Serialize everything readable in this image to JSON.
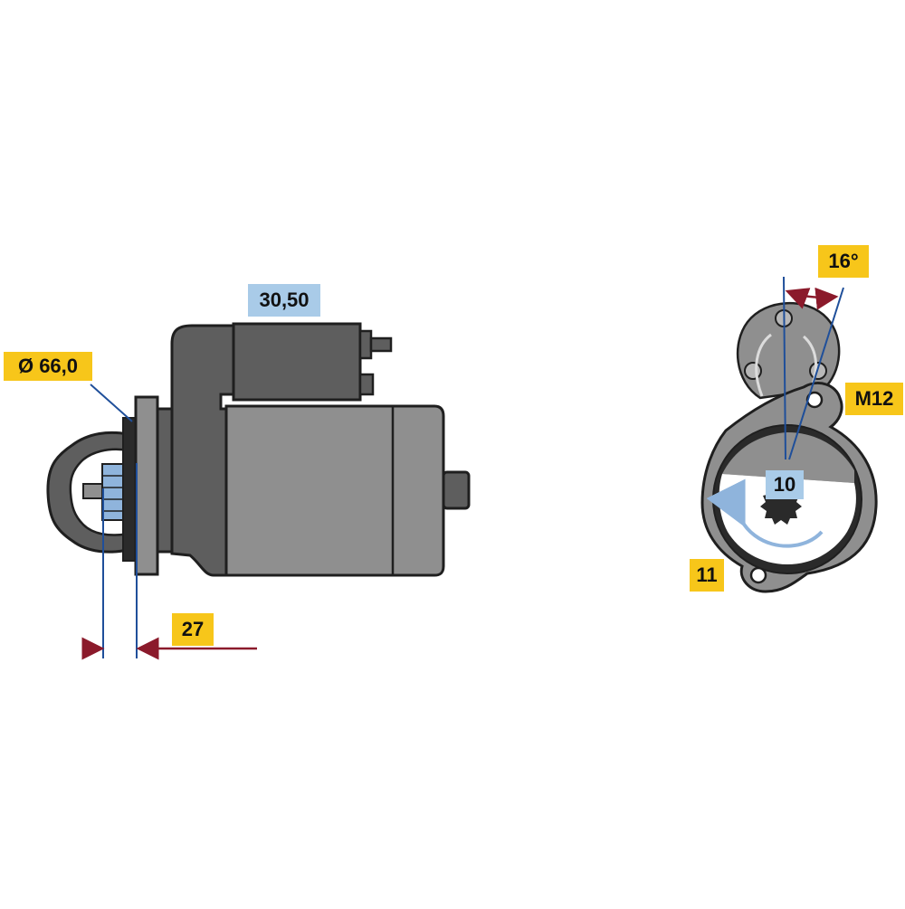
{
  "labels": {
    "diameter": "Ø 66,0",
    "length": "30,50",
    "flange_offset": "27",
    "angle": "16°",
    "thread": "M12",
    "teeth": "10",
    "rotation_code": "11"
  },
  "colors": {
    "yellow_label": "#f7c61a",
    "blue_label": "#a9cbe8",
    "body_gray": "#8f8f8f",
    "dark_gray": "#5e5e5e",
    "outline": "#1f1f1f",
    "dimension_blue": "#1f4f9a",
    "dimension_red": "#8b1a2b",
    "rotation_arrow": "#8fb4dc"
  },
  "icons": {
    "rotation": "rotation-arrow-icon"
  }
}
